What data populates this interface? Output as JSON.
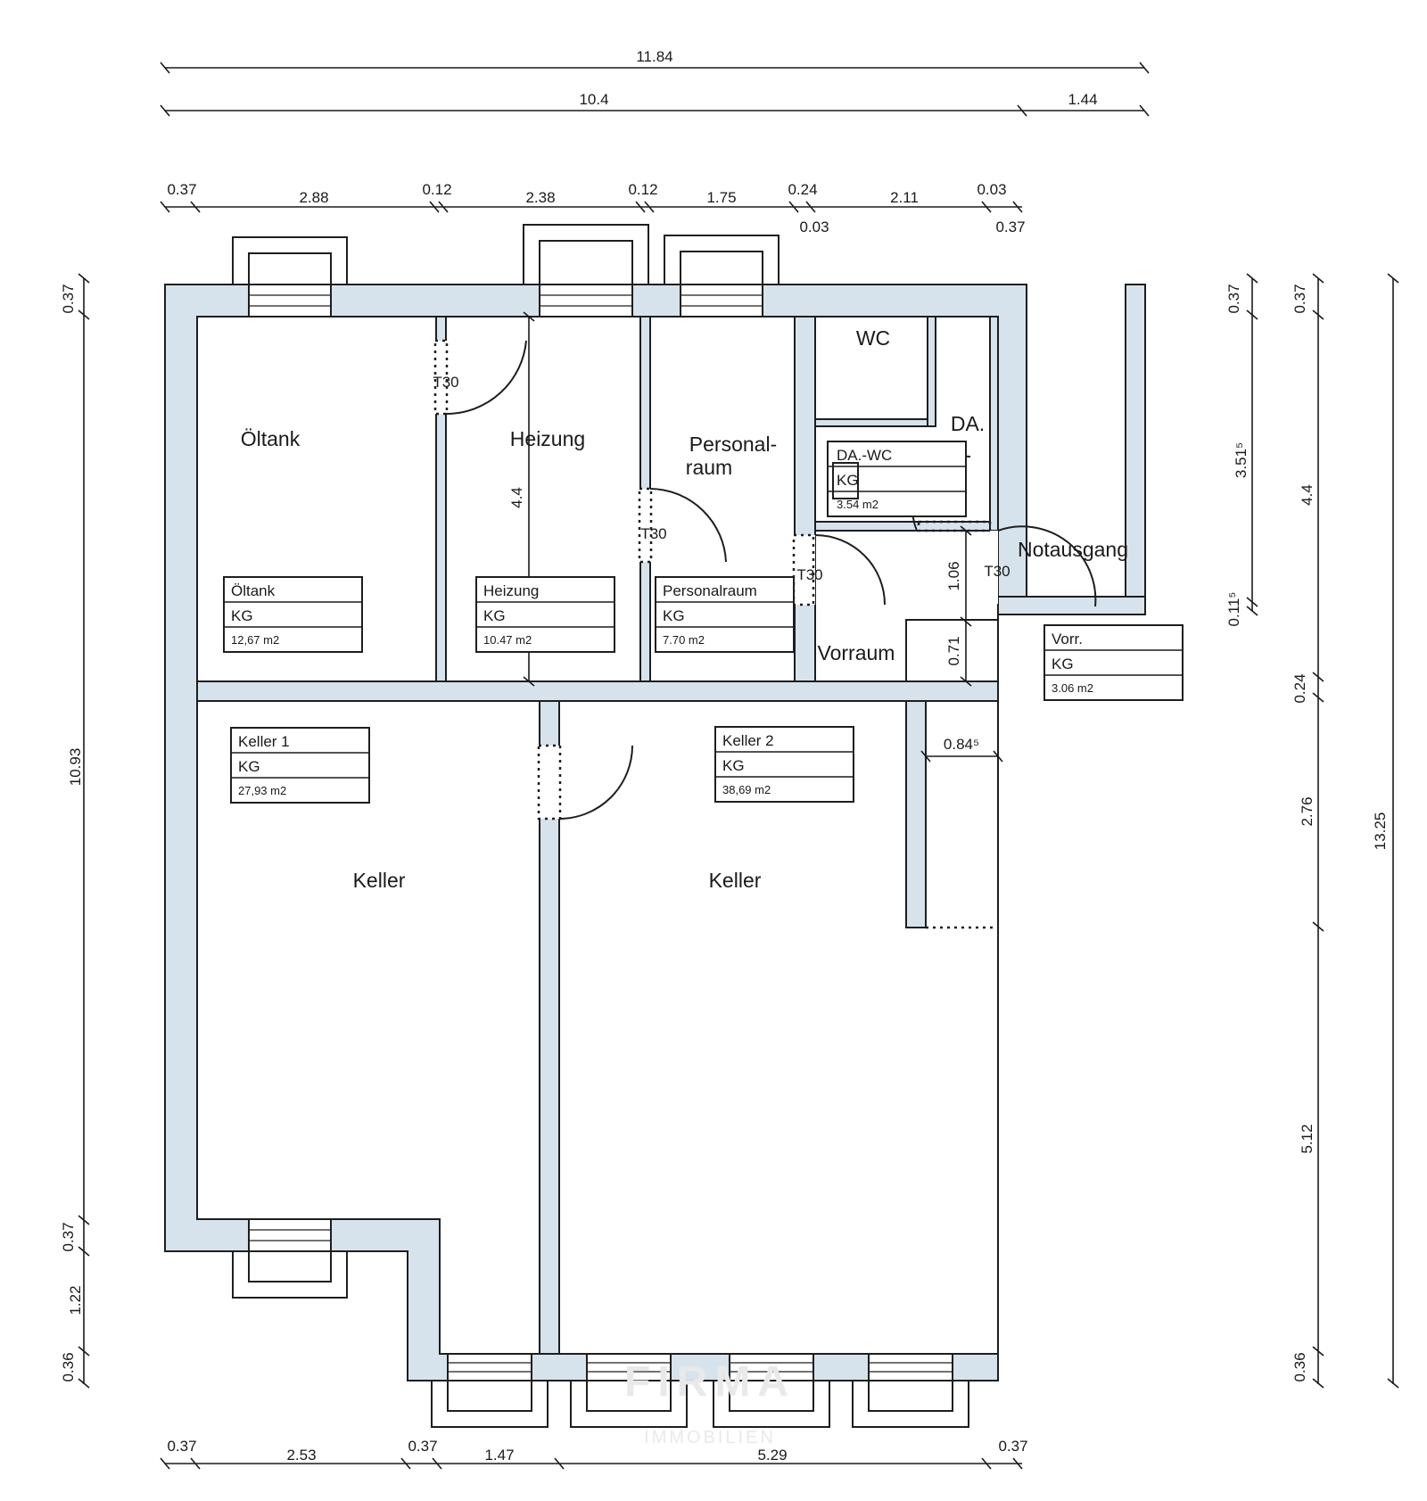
{
  "dimensions": {
    "top_total": "11.84",
    "top_a": "10.4",
    "top_b": "1.44",
    "top_row": [
      "0.37",
      "2.88",
      "0.12",
      "2.38",
      "0.12",
      "1.75",
      "0.24",
      "2.11",
      "0.03"
    ],
    "top_row_sub": [
      "0.03",
      "0.37"
    ],
    "bottom_row": [
      "0.37",
      "2.53",
      "0.37",
      "1.47",
      "5.29",
      "0.37"
    ],
    "left_col": [
      "0.37",
      "10.93",
      "0.37",
      "1.22",
      "0.36"
    ],
    "right_inner": [
      "0.37",
      "3.51⁵",
      "0.11⁵"
    ],
    "right_mid": [
      "0.37",
      "4.4",
      "0.24",
      "2.76",
      "5.12",
      "0.36"
    ],
    "right_total": "13.25",
    "inner_heizung": "4.4",
    "inner_106": "1.06",
    "inner_071": "0.71",
    "inner_0845": "0.84⁵"
  },
  "rooms": {
    "oeltank": "Öltank",
    "heizung": "Heizung",
    "personal_1": "Personal-",
    "personal_2": "raum",
    "wc": "WC",
    "da": "DA.",
    "notausgang": "Notausgang",
    "vorraum": "Vorraum",
    "keller_left": "Keller",
    "keller_right": "Keller"
  },
  "doors": {
    "t30_a": "T30",
    "t30_b": "T30",
    "t30_c": "T30",
    "t30_d": "T30"
  },
  "labels": {
    "oeltank": {
      "name": "Öltank",
      "level": "KG",
      "area": "12,67 m2"
    },
    "heizung": {
      "name": "Heizung",
      "level": "KG",
      "area": "10.47 m2"
    },
    "personalraum": {
      "name": "Personalraum",
      "level": "KG",
      "area": "7.70 m2"
    },
    "da_wc": {
      "name": "DA.-WC",
      "level": "KG",
      "area": "3.54 m2"
    },
    "vorr": {
      "name": "Vorr.",
      "level": "KG",
      "area": "3.06 m2"
    },
    "keller1": {
      "name": "Keller 1",
      "level": "KG",
      "area": "27,93 m2"
    },
    "keller2": {
      "name": "Keller 2",
      "level": "KG",
      "area": "38,69 m2"
    }
  },
  "watermark": {
    "line1": "FIRMA",
    "line2": "IMMOBILIEN"
  },
  "colors": {
    "wall_fill": "#d6e3ec",
    "line": "#1e1e1e"
  }
}
